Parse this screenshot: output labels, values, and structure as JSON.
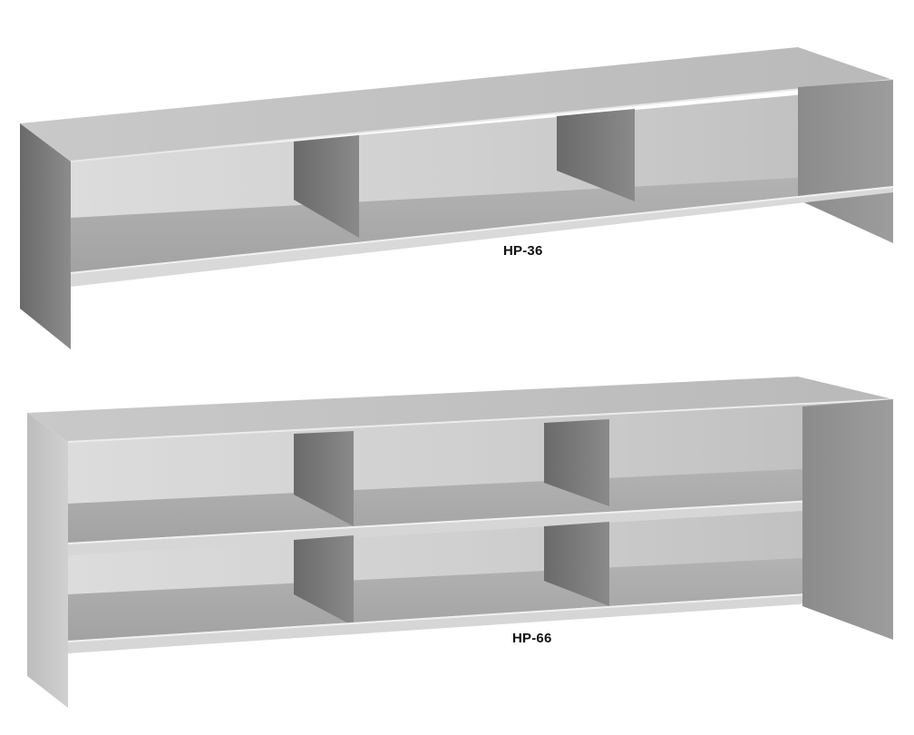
{
  "products": [
    {
      "model": "HP-36",
      "shelves": 1,
      "compartments_per_shelf": 3
    },
    {
      "model": "HP-66",
      "shelves": 2,
      "compartments_per_shelf": 3
    }
  ],
  "colors": {
    "background": "#ffffff",
    "steel_light": "#d6d6d6",
    "steel_mid": "#b4b4b4",
    "steel_dark": "#6f6f6f",
    "label_text": "#111111"
  }
}
